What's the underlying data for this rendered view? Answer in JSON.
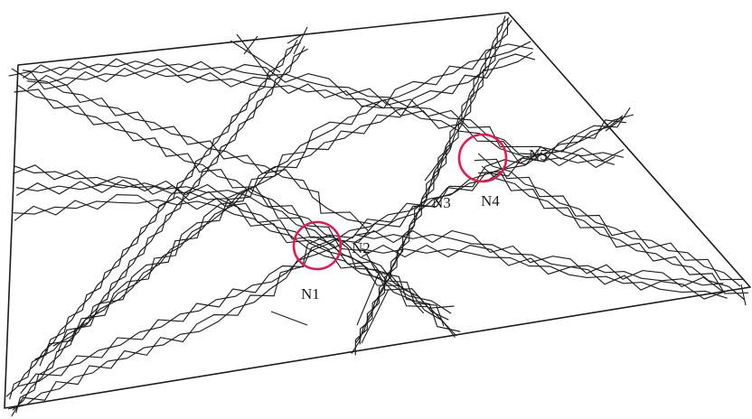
{
  "diagram": {
    "marker_color": "#e5194f",
    "line_color": "#1f1f1f",
    "nodes": [
      {
        "id": "n1",
        "label": "N1",
        "circled": true
      },
      {
        "id": "n2",
        "label": "N2",
        "circled": false
      },
      {
        "id": "n3",
        "label": "N3",
        "circled": false
      },
      {
        "id": "n4",
        "label": "N4",
        "circled": true
      },
      {
        "id": "n5",
        "label": "N5",
        "circled": false
      }
    ]
  }
}
